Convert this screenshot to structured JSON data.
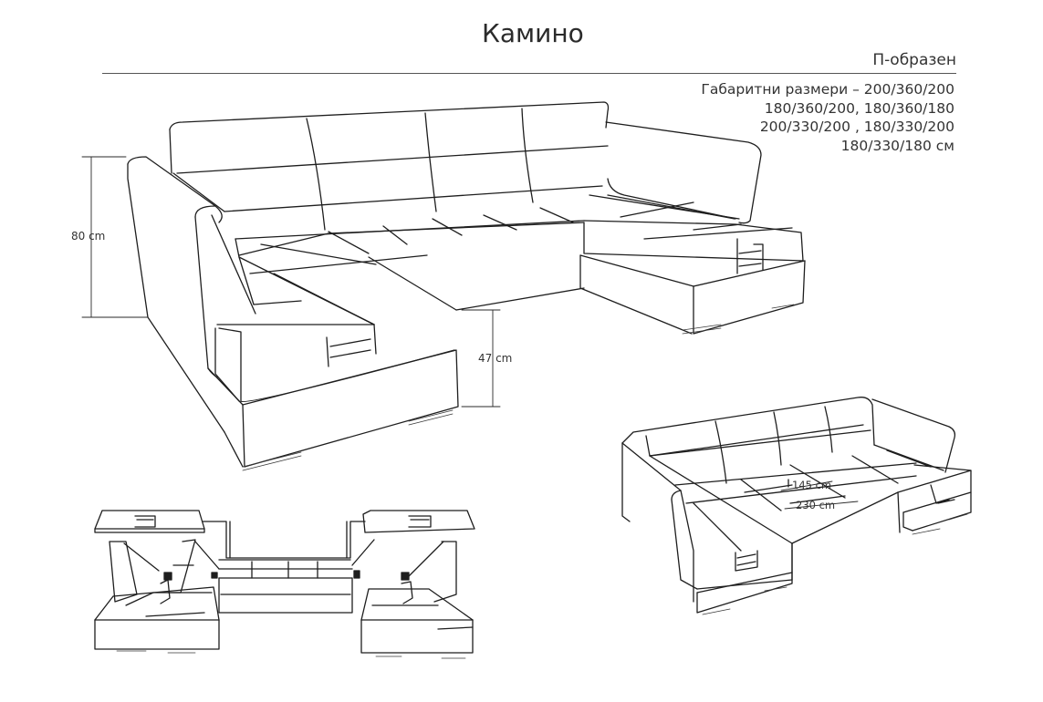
{
  "title": "Камино",
  "subtitle": "П-образен",
  "dimensions": [
    "Габаритни размери – 200/360/200",
    "180/360/200, 180/360/180",
    "200/330/200 , 180/330/200",
    "180/330/180 см"
  ],
  "labels": {
    "height_total": "80 cm",
    "seat_height": "47 cm",
    "sleep_width": "145 cm",
    "sleep_length": "230 cm"
  }
}
